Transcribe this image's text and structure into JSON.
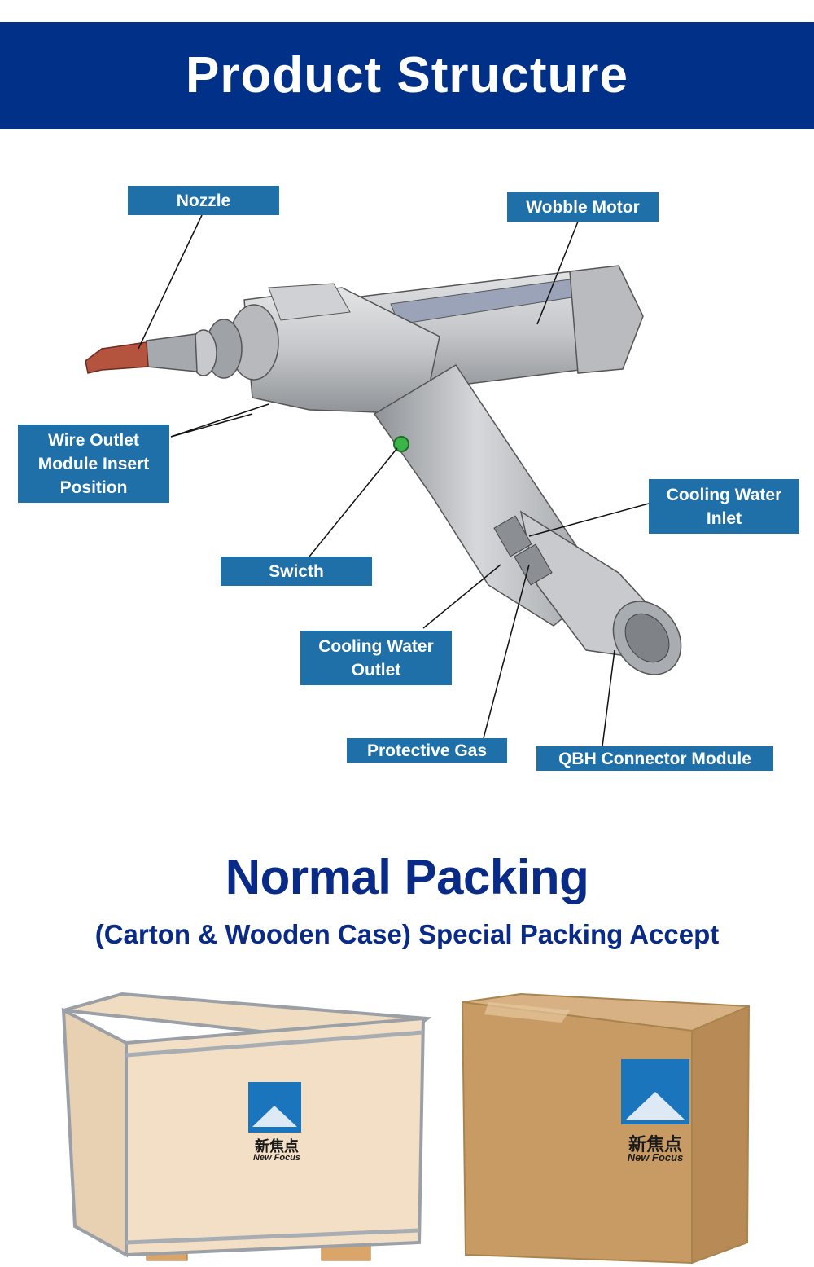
{
  "header": {
    "title": "Product Structure"
  },
  "structure_labels": {
    "nozzle": "Nozzle",
    "wobble_motor": "Wobble Motor",
    "wire_outlet": "Wire Outlet Module Insert Position",
    "cooling_water_inlet": "Cooling Water Inlet",
    "switch": "Swicth",
    "cooling_water_outlet": "Cooling Water Outlet",
    "protective_gas": "Protective Gas",
    "qbh_connector": "QBH Connector Module"
  },
  "packing": {
    "title": "Normal Packing",
    "subtitle": "(Carton & Wooden Case) Special Packing Accept"
  },
  "brand": {
    "name_cn": "新焦点",
    "name_en": "New Focus"
  },
  "colors": {
    "banner": "#003087",
    "label_bg": "#1f6fa8",
    "heading": "#0a2a88",
    "logo_blue": "#1b75bc"
  }
}
